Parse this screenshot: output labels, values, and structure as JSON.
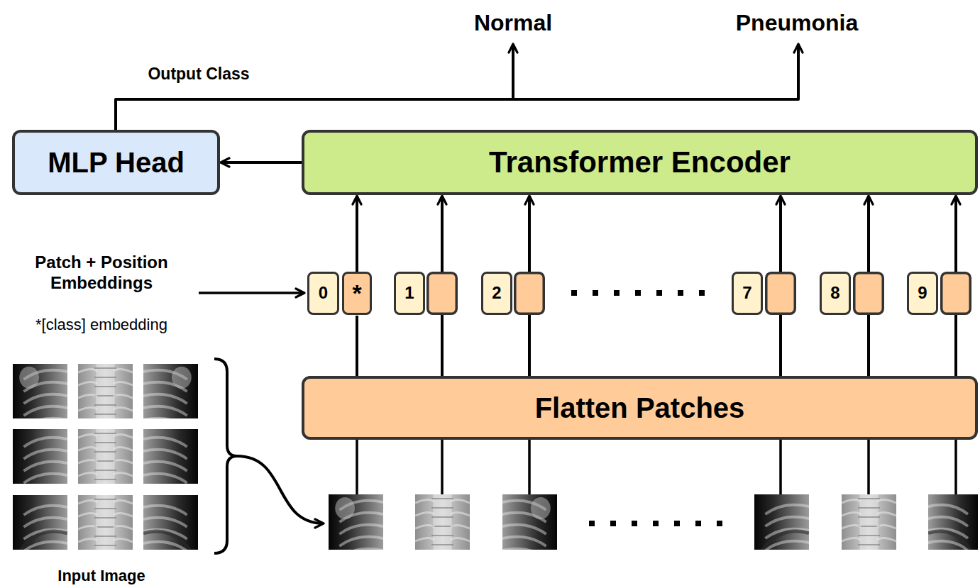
{
  "diagram": {
    "nodes": [
      {
        "text": [
          "MLP Head"
        ]
      },
      {
        "text": [
          "Transformer Encoder"
        ]
      },
      {
        "text": [
          "0"
        ]
      },
      {
        "text": [
          "*"
        ]
      },
      {
        "text": [
          "1"
        ]
      },
      {
        "text": [
          "2"
        ]
      },
      {
        "text": [
          "7"
        ]
      },
      {
        "text": [
          "8"
        ]
      },
      {
        "text": [
          "9"
        ]
      },
      {
        "text": [
          "Flatten Patches"
        ]
      }
    ],
    "edges": [
      {
        "from": 1,
        "to": 0,
        "arrow": "to"
      },
      {
        "from": 3,
        "to": 1,
        "arrow": "to"
      },
      {
        "from": 9,
        "to": 3,
        "arrow": "none"
      },
      {
        "from": 9,
        "to": 1,
        "arrow": "to"
      },
      {
        "from": 9,
        "to": 1,
        "arrow": "to"
      },
      {
        "from": 9,
        "to": 1,
        "arrow": "to"
      },
      {
        "from": 9,
        "to": 1,
        "arrow": "to"
      },
      {
        "from": 9,
        "to": 1,
        "arrow": "to"
      }
    ],
    "labels": [
      "Normal",
      "Pneumonia",
      "Output Class",
      "Patch + Position Embeddings",
      "*[class] embedding",
      "Input Image"
    ]
  }
}
